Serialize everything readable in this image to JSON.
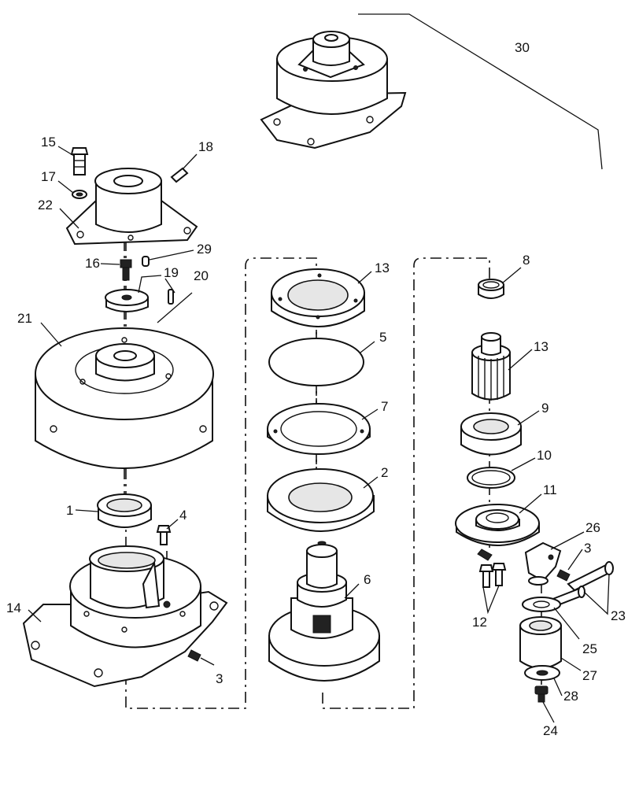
{
  "callouts": [
    {
      "id": "c30",
      "text": "30"
    },
    {
      "id": "c15",
      "text": "15"
    },
    {
      "id": "c17",
      "text": "17"
    },
    {
      "id": "c22",
      "text": "22"
    },
    {
      "id": "c18",
      "text": "18"
    },
    {
      "id": "c16",
      "text": "16"
    },
    {
      "id": "c29",
      "text": "29"
    },
    {
      "id": "c19",
      "text": "19"
    },
    {
      "id": "c20",
      "text": "20"
    },
    {
      "id": "c21",
      "text": "21"
    },
    {
      "id": "c1",
      "text": "1"
    },
    {
      "id": "c4",
      "text": "4"
    },
    {
      "id": "c14",
      "text": "14"
    },
    {
      "id": "c3a",
      "text": "3"
    },
    {
      "id": "c13a",
      "text": "13"
    },
    {
      "id": "c5",
      "text": "5"
    },
    {
      "id": "c7",
      "text": "7"
    },
    {
      "id": "c2",
      "text": "2"
    },
    {
      "id": "c6",
      "text": "6"
    },
    {
      "id": "c8",
      "text": "8"
    },
    {
      "id": "c13b",
      "text": "13"
    },
    {
      "id": "c9",
      "text": "9"
    },
    {
      "id": "c10",
      "text": "10"
    },
    {
      "id": "c11",
      "text": "11"
    },
    {
      "id": "c26",
      "text": "26"
    },
    {
      "id": "c3b",
      "text": "3"
    },
    {
      "id": "c12",
      "text": "12"
    },
    {
      "id": "c23",
      "text": "23"
    },
    {
      "id": "c25",
      "text": "25"
    },
    {
      "id": "c27",
      "text": "27"
    },
    {
      "id": "c28",
      "text": "28"
    },
    {
      "id": "c24",
      "text": "24"
    }
  ]
}
